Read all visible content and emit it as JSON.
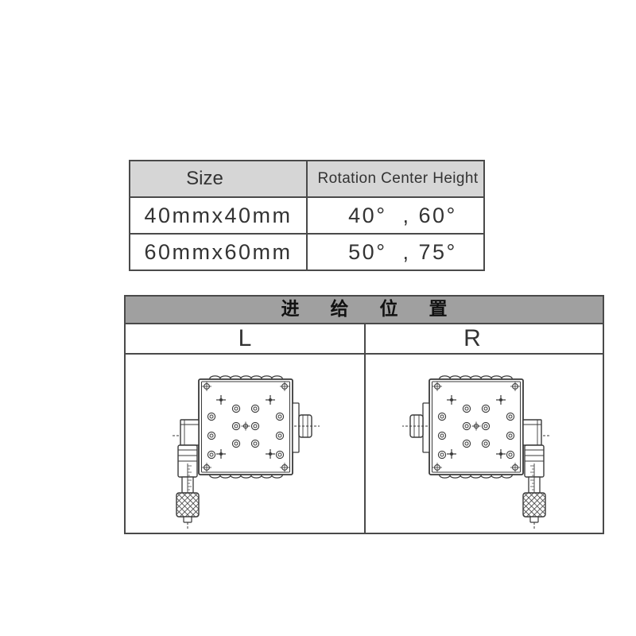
{
  "spec_table": {
    "headers": {
      "size": "Size",
      "rotation_center_height": "Rotation Center Height"
    },
    "rows": [
      {
        "size": "40mmx40mm",
        "rotation_center_height": "40°  , 60°"
      },
      {
        "size": "60mmx60mm",
        "rotation_center_height": "50°  , 75°"
      }
    ]
  },
  "feed_position_table": {
    "title": "进给位置",
    "columns": [
      {
        "label": "L"
      },
      {
        "label": "R"
      }
    ]
  },
  "colors": {
    "background": "#ffffff",
    "border": "#4a4a4a",
    "spec_header_bg": "#d6d6d6",
    "feed_title_bg": "#a0a0a0",
    "text": "#333333",
    "drawing_stroke": "#3a3a3a"
  }
}
